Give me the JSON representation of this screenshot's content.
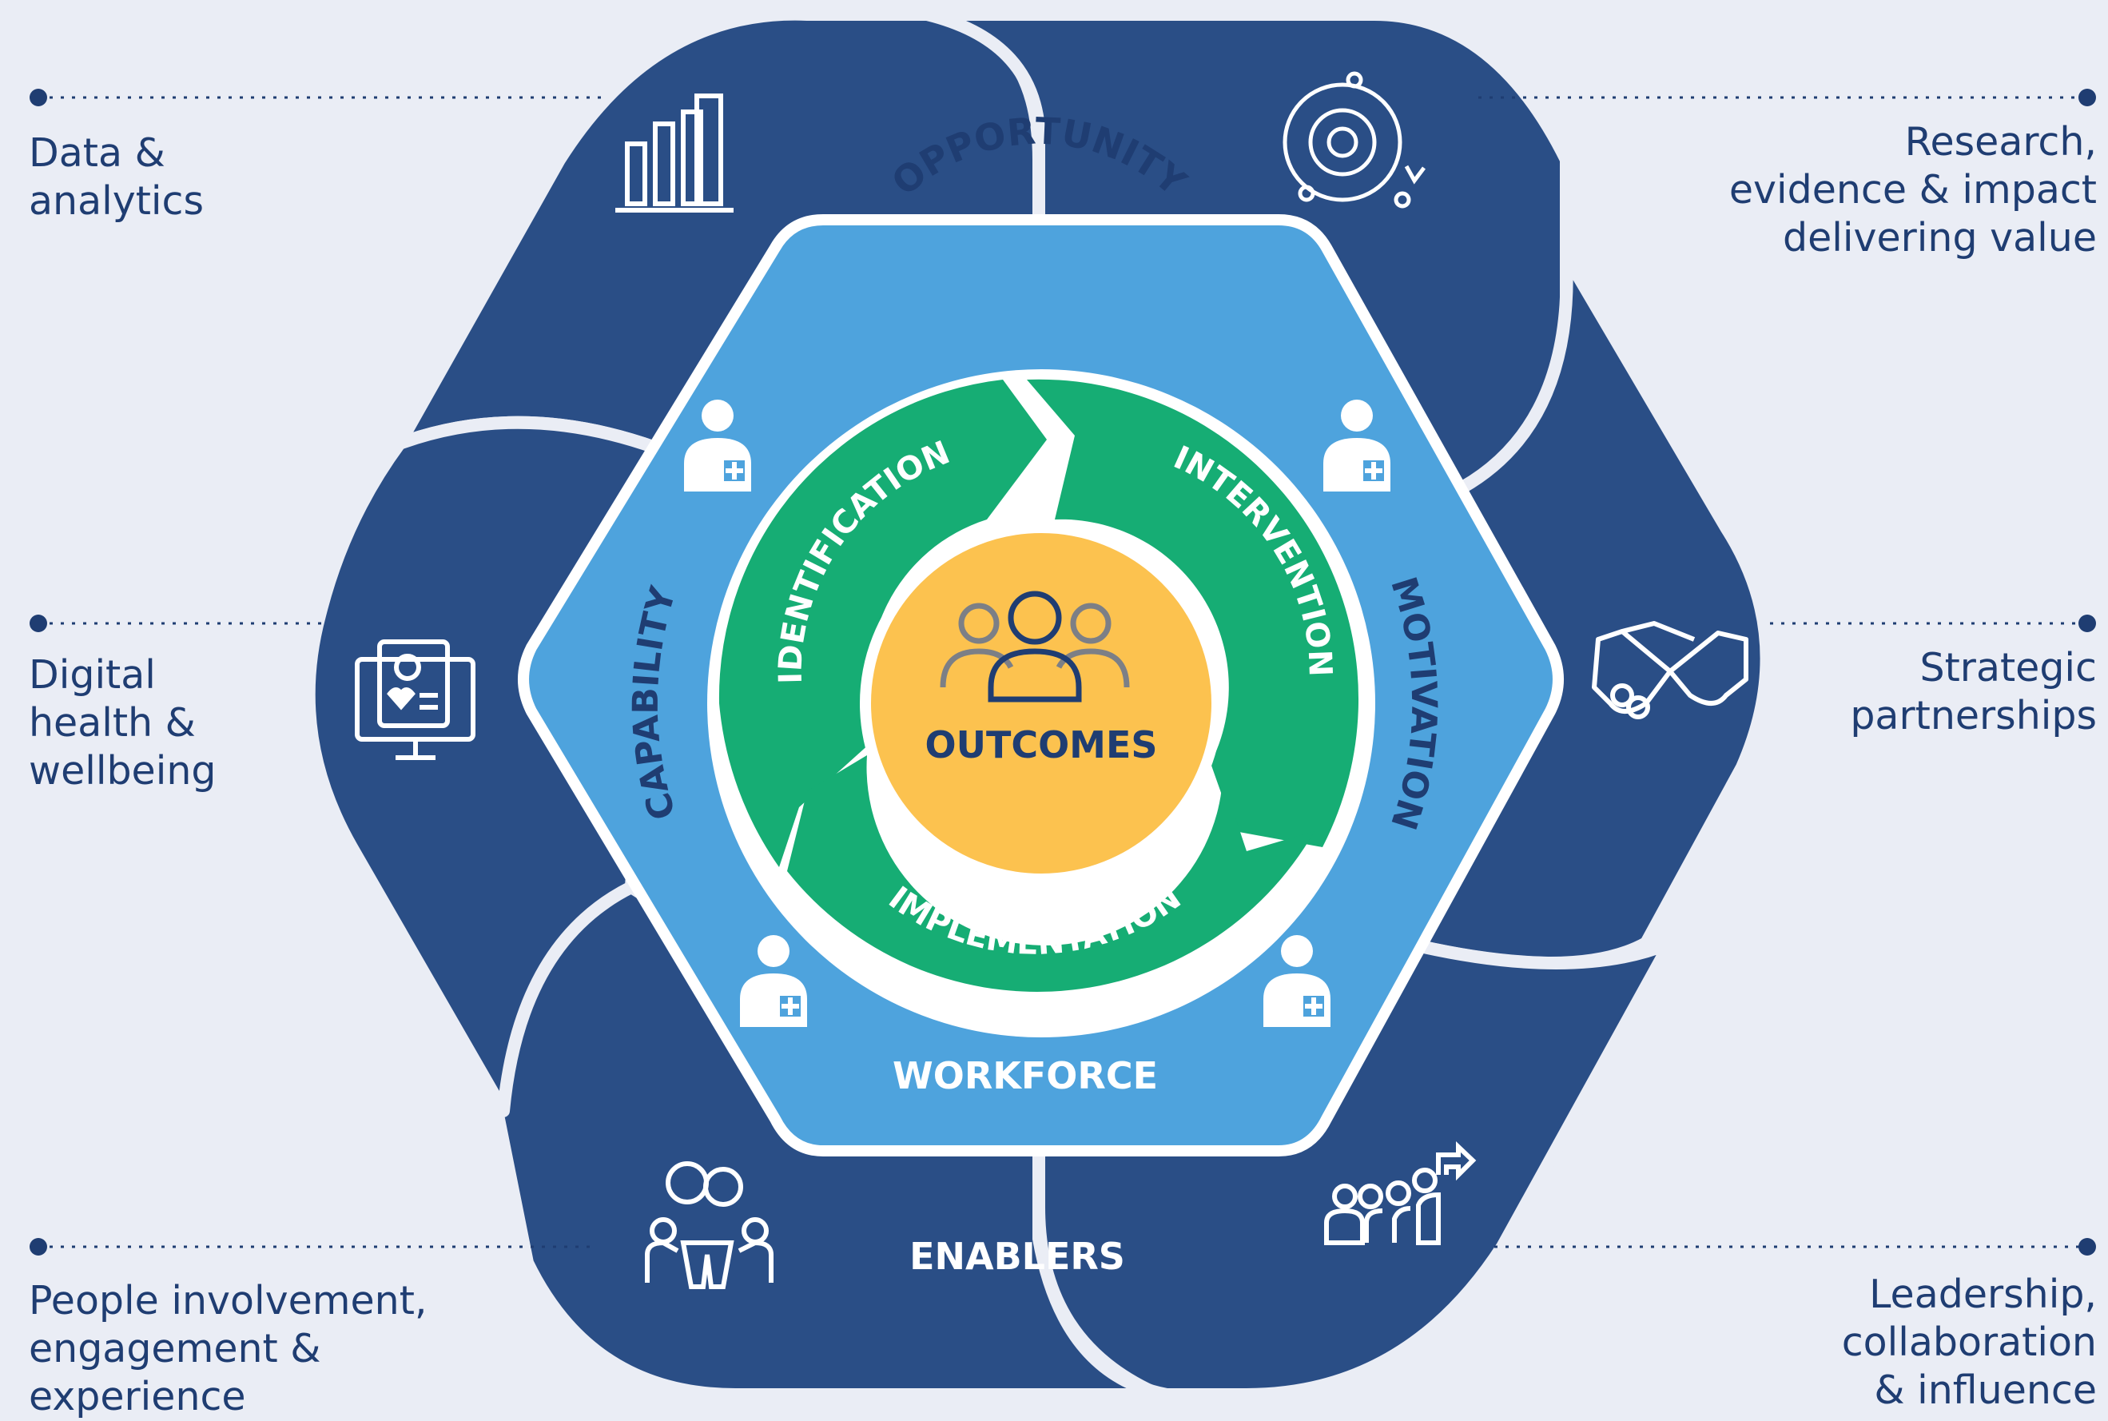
{
  "diagram": {
    "center": "OUTCOMES",
    "cycle": [
      "IDENTIFICATION",
      "INTERVENTION",
      "IMPLEMENTATION"
    ],
    "hexagon": {
      "top": "OPPORTUNITY",
      "left": "CAPABILITY",
      "right": "MOTIVATION",
      "bottom": "WORKFORCE"
    },
    "outer_label": "ENABLERS",
    "enablers": {
      "top_left": "Data &\nanalytics",
      "top_right": "Research,\nevidence & impact\ndelivering value",
      "middle_left": "Digital\nhealth &\nwellbeing",
      "middle_right": "Strategic\npartnerships",
      "bottom_left": "People involvement,\nengagement &\nexperience",
      "bottom_right": "Leadership,\ncollaboration\n& influence"
    },
    "icons": {
      "top_left": "bar-chart-icon",
      "top_right": "research-cycle-gear-icon",
      "middle_left": "digital-health-monitor-icon",
      "middle_right": "handshake-icon",
      "bottom_left": "people-meeting-icon",
      "bottom_right": "leadership-growth-icon",
      "workforce": "health-worker-icon",
      "center": "group-people-icon"
    },
    "colors": {
      "background": "#eaedf5",
      "outer_navy": "#2a4e86",
      "hexagon_blue": "#4ea3dd",
      "cycle_green": "#16ad74",
      "center_yellow": "#fcc24f",
      "text_navy": "#1f3d72",
      "white": "#ffffff"
    }
  }
}
